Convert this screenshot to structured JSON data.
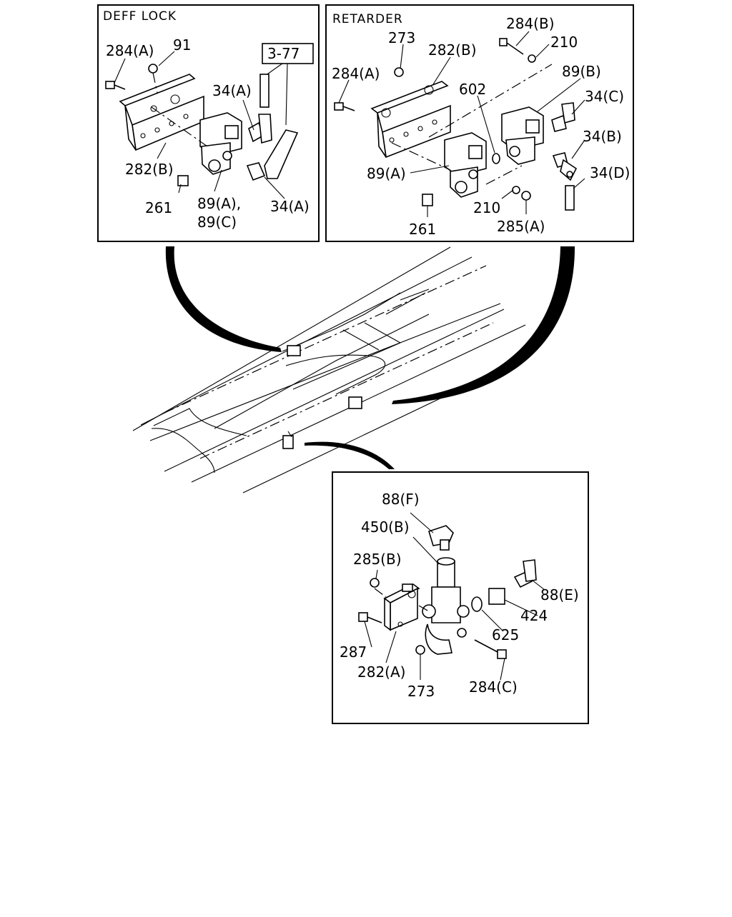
{
  "panels": {
    "deff_lock": {
      "title": "DEFF LOCK",
      "ref_box": "3-77",
      "labels": {
        "l_284a": "284(A)",
        "l_91": "91",
        "l_34a_top": "34(A)",
        "l_282b": "282(B)",
        "l_261": "261",
        "l_89a": "89(A),",
        "l_89c": "89(C)",
        "l_34a_bot": "34(A)"
      }
    },
    "retarder": {
      "title": "RETARDER",
      "labels": {
        "l_284b": "284(B)",
        "l_273": "273",
        "l_282b": "282(B)",
        "l_210_top": "210",
        "l_284a": "284(A)",
        "l_89b": "89(B)",
        "l_602": "602",
        "l_34c": "34(C)",
        "l_34b": "34(B)",
        "l_89a": "89(A)",
        "l_34d": "34(D)",
        "l_210_bot": "210",
        "l_261": "261",
        "l_285a": "285(A)"
      }
    },
    "valve": {
      "labels": {
        "l_88f": "88(F)",
        "l_450b": "450(B)",
        "l_285b": "285(B)",
        "l_88e": "88(E)",
        "l_424": "424",
        "l_287": "287",
        "l_625": "625",
        "l_282a": "282(A)",
        "l_273": "273",
        "l_284c": "284(C)"
      }
    }
  }
}
